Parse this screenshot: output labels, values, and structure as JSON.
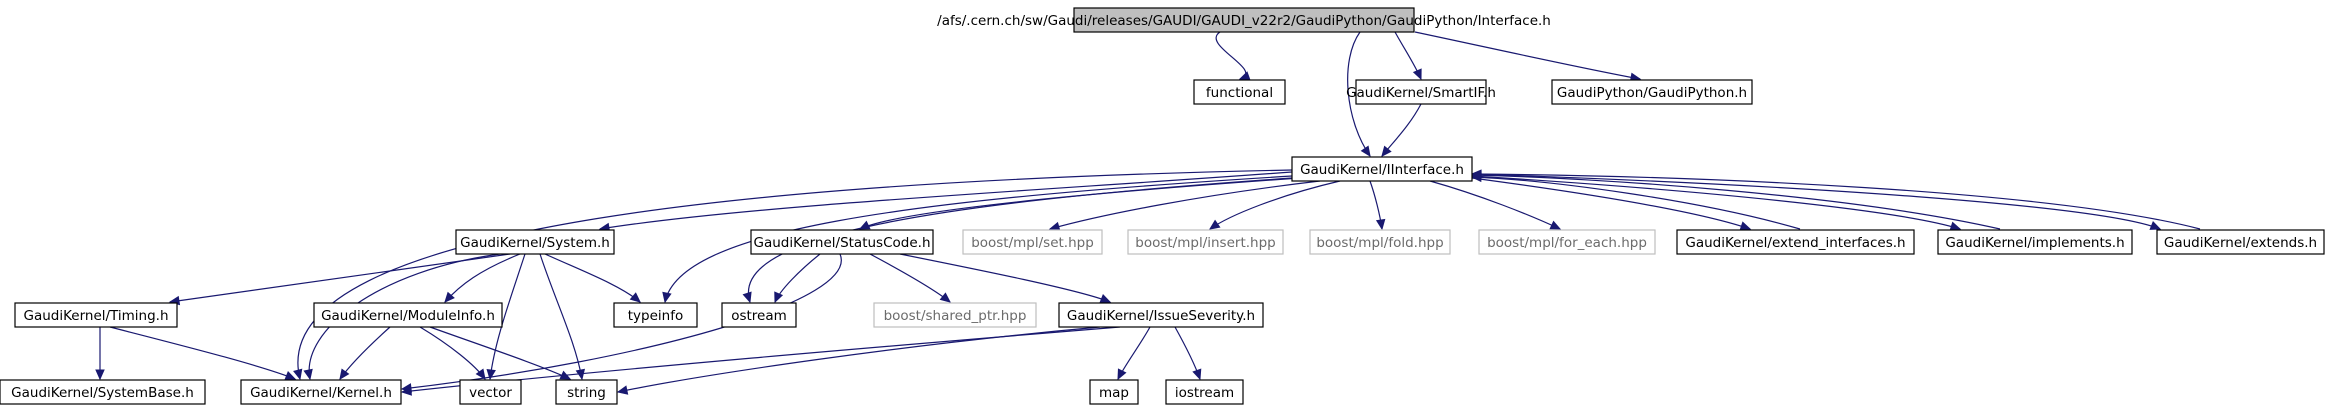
{
  "diagram": {
    "nodes": [
      {
        "id": "root",
        "label": "/afs/.cern.ch/sw/Gaudi/releases/GAUDI/GAUDI_v22r2/GaudiPython/GaudiPython/Interface.h",
        "style": "root"
      },
      {
        "id": "functional",
        "label": "functional",
        "style": "normal"
      },
      {
        "id": "smartif",
        "label": "GaudiKernel/SmartIF.h",
        "style": "normal"
      },
      {
        "id": "gaudipython",
        "label": "GaudiPython/GaudiPython.h",
        "style": "normal"
      },
      {
        "id": "iinterface",
        "label": "GaudiKernel/IInterface.h",
        "style": "normal"
      },
      {
        "id": "system",
        "label": "GaudiKernel/System.h",
        "style": "normal"
      },
      {
        "id": "statuscode",
        "label": "GaudiKernel/StatusCode.h",
        "style": "normal"
      },
      {
        "id": "mplset",
        "label": "boost/mpl/set.hpp",
        "style": "external"
      },
      {
        "id": "mplinsert",
        "label": "boost/mpl/insert.hpp",
        "style": "external"
      },
      {
        "id": "mplfold",
        "label": "boost/mpl/fold.hpp",
        "style": "external"
      },
      {
        "id": "mplforeach",
        "label": "boost/mpl/for_each.hpp",
        "style": "external"
      },
      {
        "id": "extendif",
        "label": "GaudiKernel/extend_interfaces.h",
        "style": "normal"
      },
      {
        "id": "implements",
        "label": "GaudiKernel/implements.h",
        "style": "normal"
      },
      {
        "id": "extends",
        "label": "GaudiKernel/extends.h",
        "style": "normal"
      },
      {
        "id": "timing",
        "label": "GaudiKernel/Timing.h",
        "style": "normal"
      },
      {
        "id": "moduleinfo",
        "label": "GaudiKernel/ModuleInfo.h",
        "style": "normal"
      },
      {
        "id": "typeinfo",
        "label": "typeinfo",
        "style": "normal"
      },
      {
        "id": "ostream",
        "label": "ostream",
        "style": "normal"
      },
      {
        "id": "sharedptr",
        "label": "boost/shared_ptr.hpp",
        "style": "external"
      },
      {
        "id": "issuesev",
        "label": "GaudiKernel/IssueSeverity.h",
        "style": "normal"
      },
      {
        "id": "systembase",
        "label": "GaudiKernel/SystemBase.h",
        "style": "normal"
      },
      {
        "id": "kernel",
        "label": "GaudiKernel/Kernel.h",
        "style": "normal"
      },
      {
        "id": "vector",
        "label": "vector",
        "style": "normal"
      },
      {
        "id": "string",
        "label": "string",
        "style": "normal"
      },
      {
        "id": "map",
        "label": "map",
        "style": "normal"
      },
      {
        "id": "iostream",
        "label": "iostream",
        "style": "normal"
      }
    ],
    "edges": [
      {
        "from": "root",
        "to": "functional"
      },
      {
        "from": "root",
        "to": "smartif"
      },
      {
        "from": "root",
        "to": "gaudipython"
      },
      {
        "from": "root",
        "to": "iinterface"
      },
      {
        "from": "smartif",
        "to": "iinterface"
      },
      {
        "from": "iinterface",
        "to": "system"
      },
      {
        "from": "iinterface",
        "to": "statuscode"
      },
      {
        "from": "iinterface",
        "to": "mplset"
      },
      {
        "from": "iinterface",
        "to": "mplinsert"
      },
      {
        "from": "iinterface",
        "to": "mplfold"
      },
      {
        "from": "iinterface",
        "to": "mplforeach"
      },
      {
        "from": "iinterface",
        "to": "extendif"
      },
      {
        "from": "iinterface",
        "to": "implements"
      },
      {
        "from": "iinterface",
        "to": "extends"
      },
      {
        "from": "iinterface",
        "to": "typeinfo"
      },
      {
        "from": "iinterface",
        "to": "ostream"
      },
      {
        "from": "iinterface",
        "to": "kernel"
      },
      {
        "from": "extendif",
        "to": "iinterface"
      },
      {
        "from": "implements",
        "to": "iinterface"
      },
      {
        "from": "extends",
        "to": "iinterface"
      },
      {
        "from": "system",
        "to": "timing"
      },
      {
        "from": "system",
        "to": "moduleinfo"
      },
      {
        "from": "system",
        "to": "typeinfo"
      },
      {
        "from": "system",
        "to": "kernel"
      },
      {
        "from": "system",
        "to": "vector"
      },
      {
        "from": "system",
        "to": "string"
      },
      {
        "from": "statuscode",
        "to": "ostream"
      },
      {
        "from": "statuscode",
        "to": "sharedptr"
      },
      {
        "from": "statuscode",
        "to": "issuesev"
      },
      {
        "from": "statuscode",
        "to": "kernel"
      },
      {
        "from": "timing",
        "to": "systembase"
      },
      {
        "from": "timing",
        "to": "kernel"
      },
      {
        "from": "moduleinfo",
        "to": "kernel"
      },
      {
        "from": "moduleinfo",
        "to": "vector"
      },
      {
        "from": "moduleinfo",
        "to": "string"
      },
      {
        "from": "issuesev",
        "to": "kernel"
      },
      {
        "from": "issuesev",
        "to": "string"
      },
      {
        "from": "issuesev",
        "to": "map"
      },
      {
        "from": "issuesev",
        "to": "iostream"
      }
    ]
  }
}
